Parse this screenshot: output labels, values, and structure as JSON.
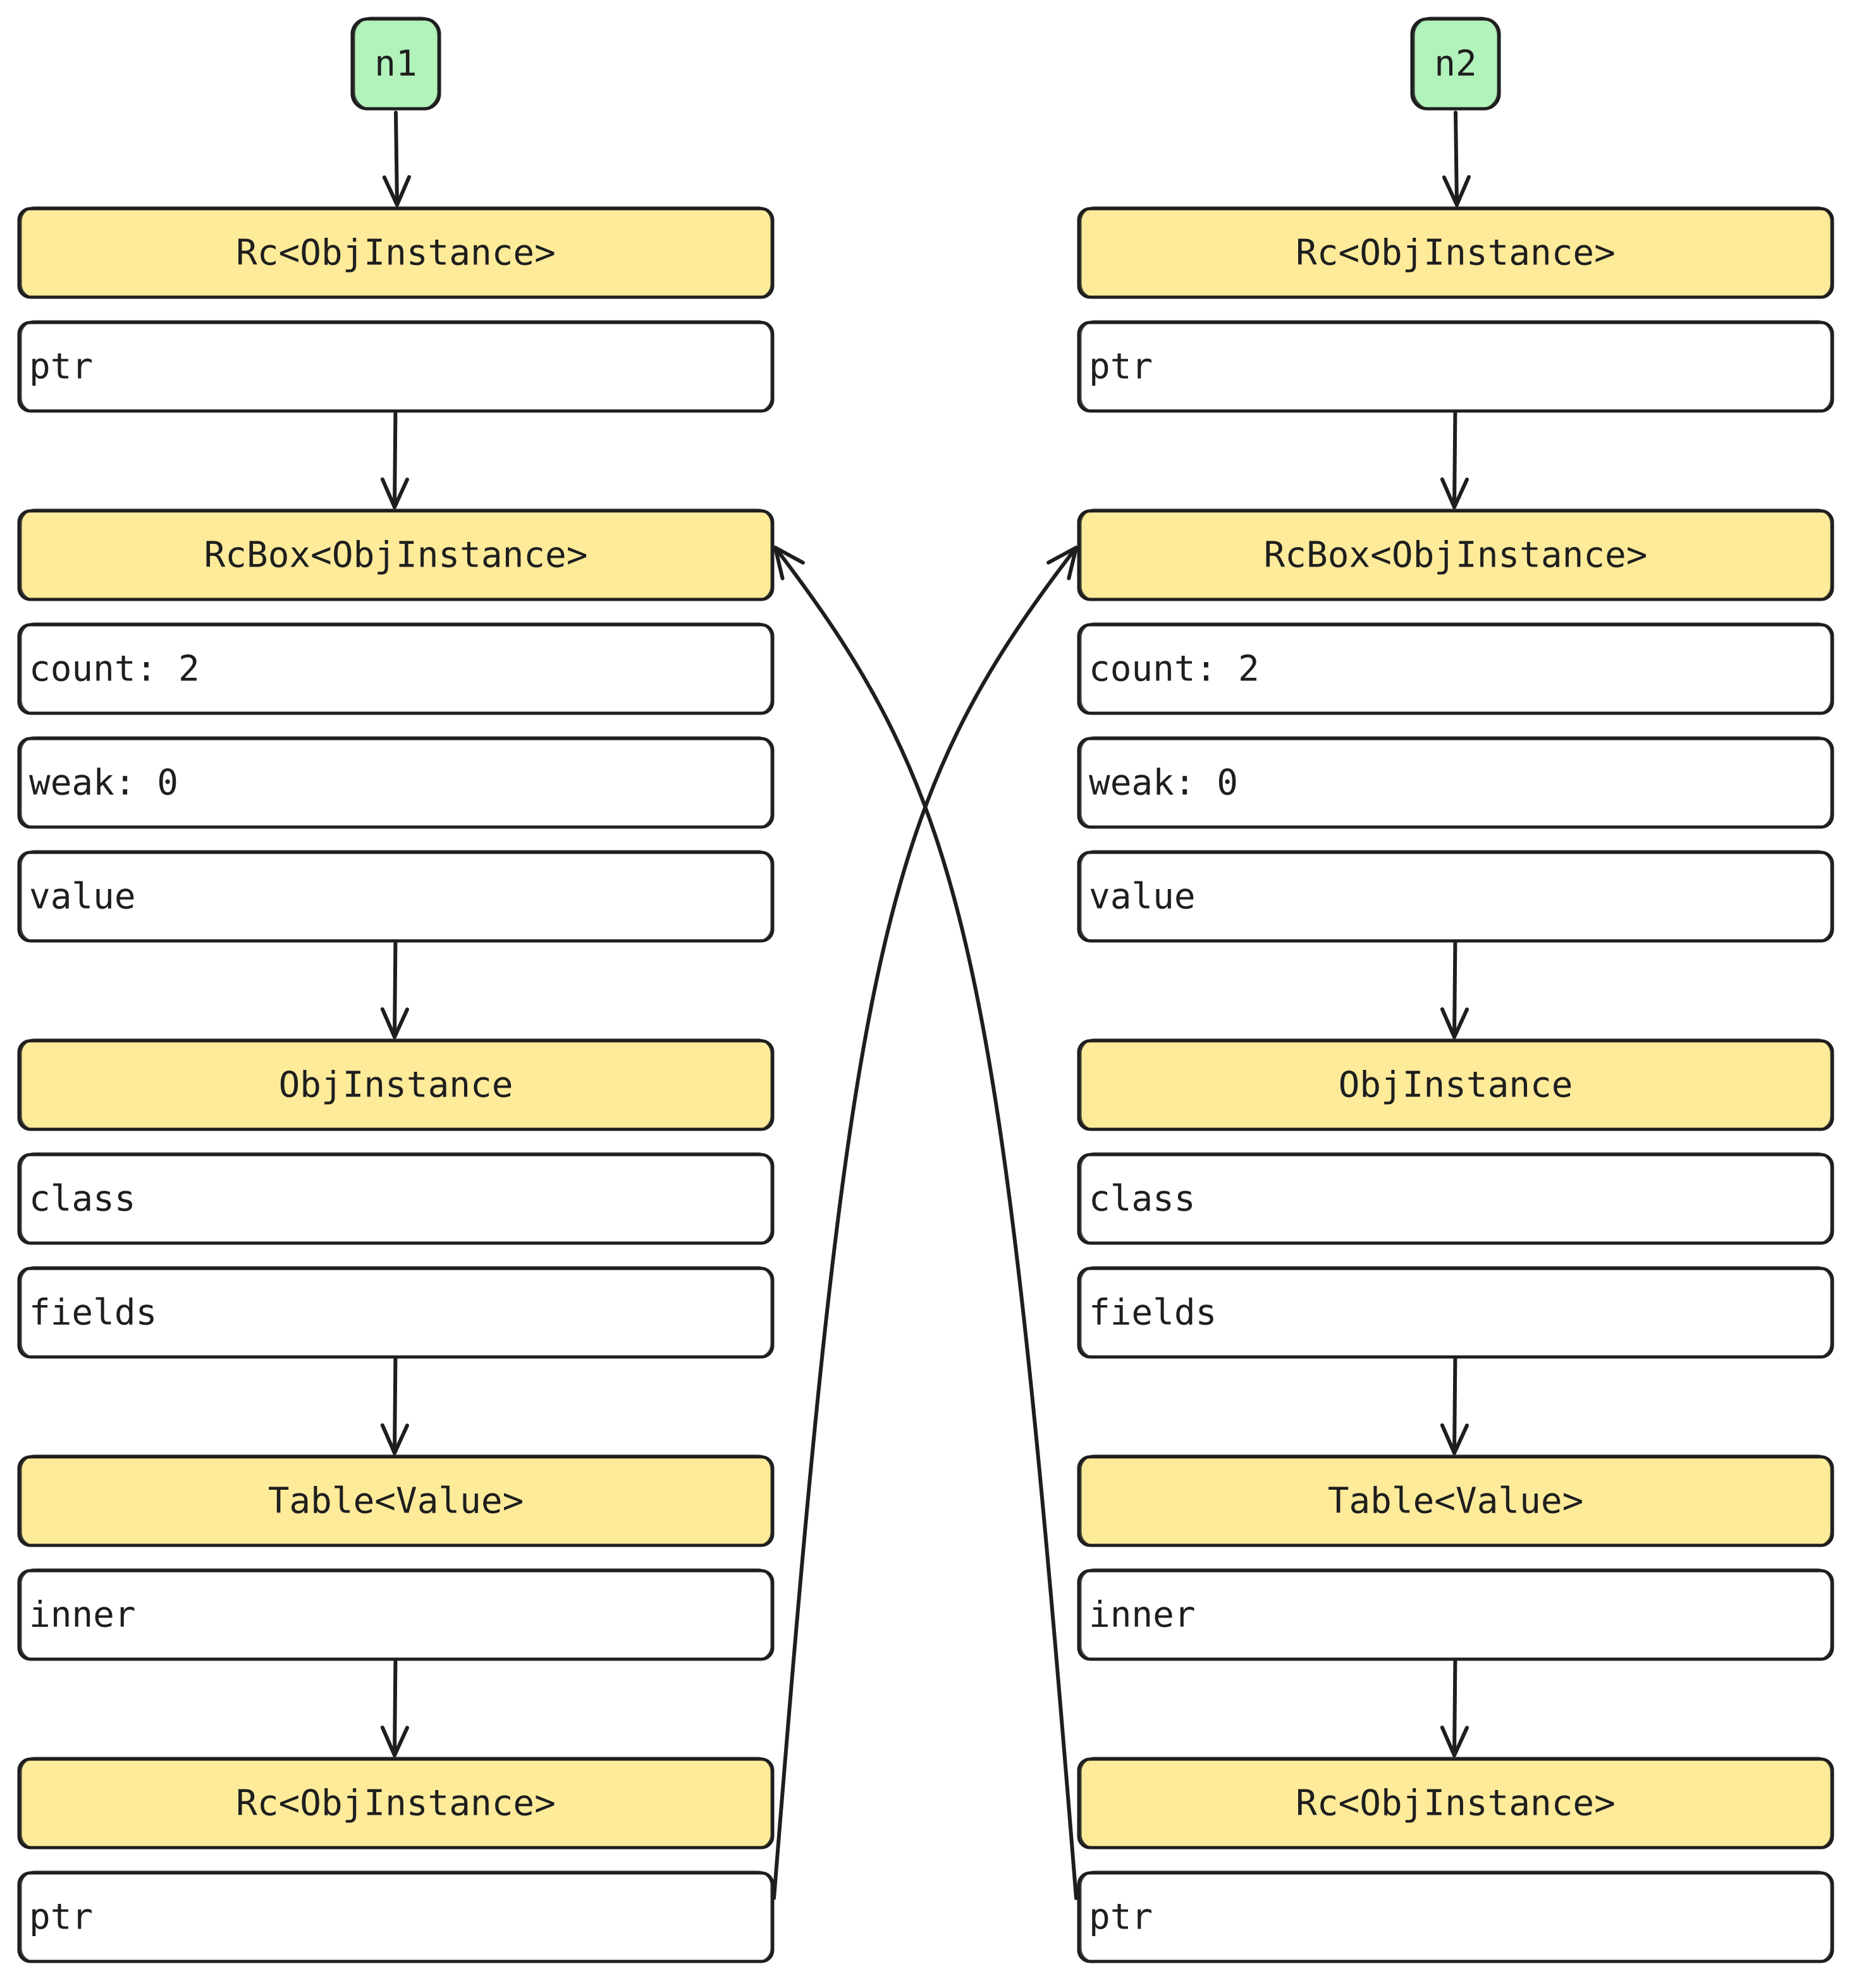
{
  "colors": {
    "header_fill": "#fdeb9a",
    "field_fill": "#ffffff",
    "root_fill": "#b2f2bb",
    "stroke": "#1e1e1e"
  },
  "columns": [
    {
      "root": "n1",
      "structs": [
        {
          "header": "Rc<ObjInstance>",
          "fields": [
            "ptr"
          ]
        },
        {
          "header": "RcBox<ObjInstance>",
          "fields": [
            "count: 2",
            "weak: 0",
            "value"
          ]
        },
        {
          "header": "ObjInstance",
          "fields": [
            "class",
            "fields"
          ]
        },
        {
          "header": "Table<Value>",
          "fields": [
            "inner"
          ]
        },
        {
          "header": "Rc<ObjInstance>",
          "fields": [
            "ptr"
          ]
        }
      ]
    },
    {
      "root": "n2",
      "structs": [
        {
          "header": "Rc<ObjInstance>",
          "fields": [
            "ptr"
          ]
        },
        {
          "header": "RcBox<ObjInstance>",
          "fields": [
            "count: 2",
            "weak: 0",
            "value"
          ]
        },
        {
          "header": "ObjInstance",
          "fields": [
            "class",
            "fields"
          ]
        },
        {
          "header": "Table<Value>",
          "fields": [
            "inner"
          ]
        },
        {
          "header": "Rc<ObjInstance>",
          "fields": [
            "ptr"
          ]
        }
      ]
    }
  ],
  "cross_links": [
    {
      "from": "n1 last Rc<ObjInstance> ptr",
      "to": "n2 RcBox<ObjInstance>"
    },
    {
      "from": "n2 last Rc<ObjInstance> ptr",
      "to": "n1 RcBox<ObjInstance>"
    }
  ]
}
